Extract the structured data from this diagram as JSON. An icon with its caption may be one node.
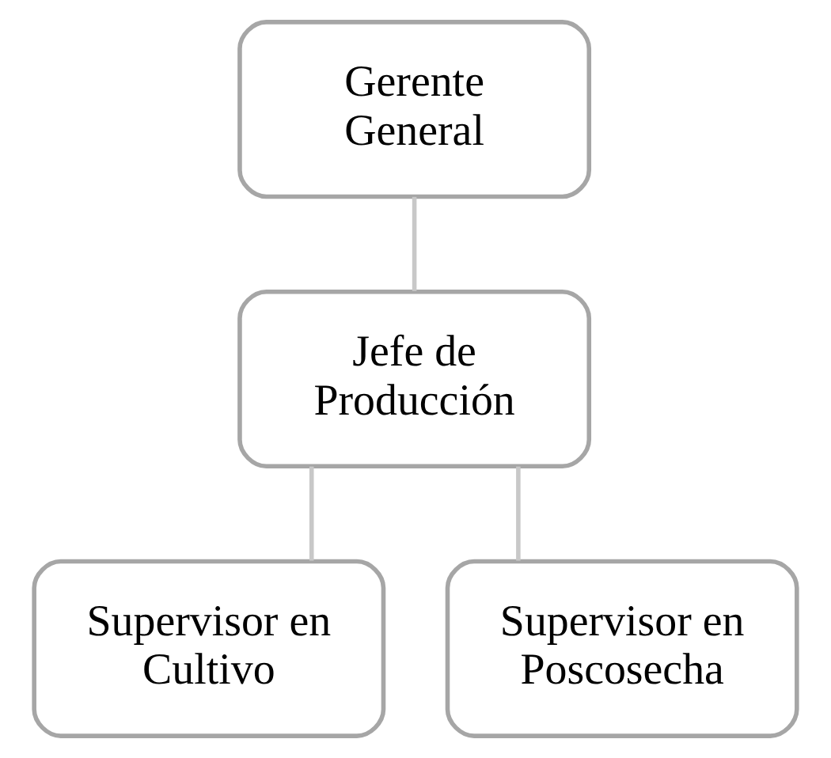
{
  "diagram": {
    "nodes": [
      {
        "text": [
          "Gerente General"
        ]
      },
      {
        "text": [
          "Jefe de Producción"
        ]
      },
      {
        "text": [
          "Supervisor en Cultivo"
        ]
      },
      {
        "text": [
          "Supervisor en Poscosecha"
        ]
      }
    ],
    "edges": [
      {
        "from": 0,
        "to": 1,
        "arrow": "none"
      },
      {
        "from": 1,
        "to": 2,
        "arrow": "none"
      },
      {
        "from": 1,
        "to": 3,
        "arrow": "none"
      }
    ]
  }
}
